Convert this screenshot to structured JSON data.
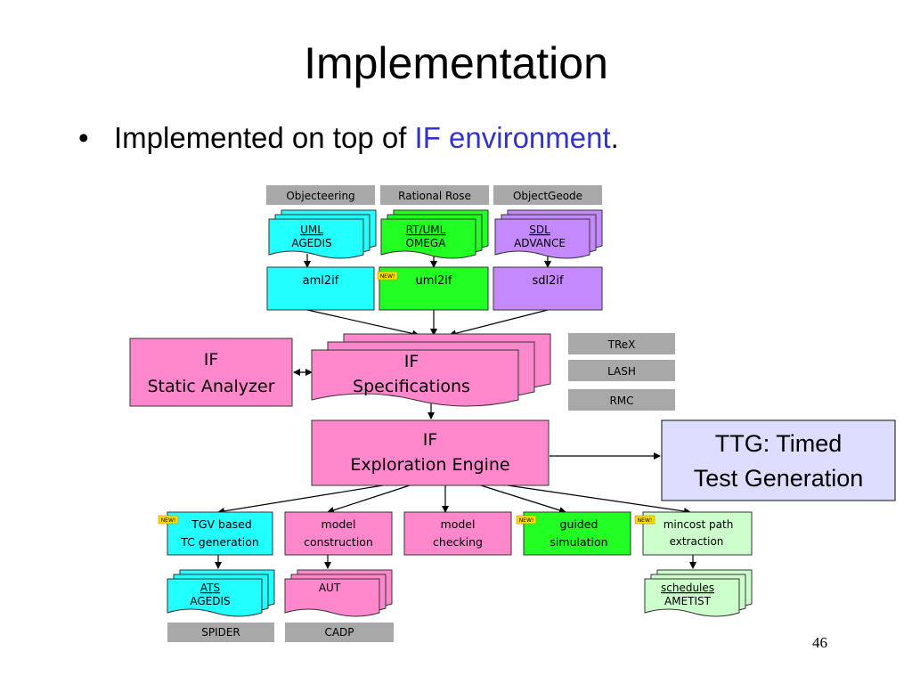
{
  "slide": {
    "title": "Implementation",
    "bullet": {
      "symbol": "•",
      "before": "Implemented on top of ",
      "highlight": "IF environment",
      "after": "."
    },
    "page_number": "46"
  },
  "diagram": {
    "tools": {
      "objecteering": "Objecteering",
      "rational_rose": "Rational Rose",
      "objectgeode": "ObjectGeode"
    },
    "sources": {
      "uml_agedis": [
        "UML",
        "AGEDIS"
      ],
      "rtuml_omega": [
        "RT/UML",
        "OMEGA"
      ],
      "sdl_advance": [
        "SDL",
        "ADVANCE"
      ]
    },
    "translators": {
      "aml2if": "aml2if",
      "uml2if": "uml2if",
      "sdl2if": "sdl2if"
    },
    "core": {
      "static_analyzer": [
        "IF",
        "Static Analyzer"
      ],
      "specifications": [
        "IF",
        "Specifications"
      ],
      "exploration_engine": [
        "IF",
        "Exploration Engine"
      ]
    },
    "libraries": {
      "trex": "TReX",
      "lash": "LASH",
      "rmc": "RMC"
    },
    "ttg": [
      "TTG: Timed",
      "Test Generation"
    ],
    "tools_out": {
      "tgv": [
        "TGV based",
        "TC generation"
      ],
      "model_construction": [
        "model",
        "construction"
      ],
      "model_checking": [
        "model",
        "checking"
      ],
      "guided_simulation": [
        "guided",
        "simulation"
      ],
      "mincost": [
        "mincost path",
        "extraction"
      ]
    },
    "outputs": {
      "ats_agedis": [
        "ATS",
        "AGEDIS"
      ],
      "aut": "AUT",
      "schedules_ametist": [
        "schedules",
        "AMETIST"
      ]
    },
    "platforms": {
      "spider": "SPIDER",
      "cadp": "CADP"
    },
    "new_badge": "NEW!"
  },
  "colors": {
    "cyan": "#22ffff",
    "green": "#22ff22",
    "purple": "#c488ff",
    "pink": "#ff88cc",
    "light_green": "#ccffcc",
    "gray": "#a8a8a8",
    "ttg_fill": "#ddddff",
    "badge": "#ffdd00",
    "link_text": "#3333cc"
  }
}
